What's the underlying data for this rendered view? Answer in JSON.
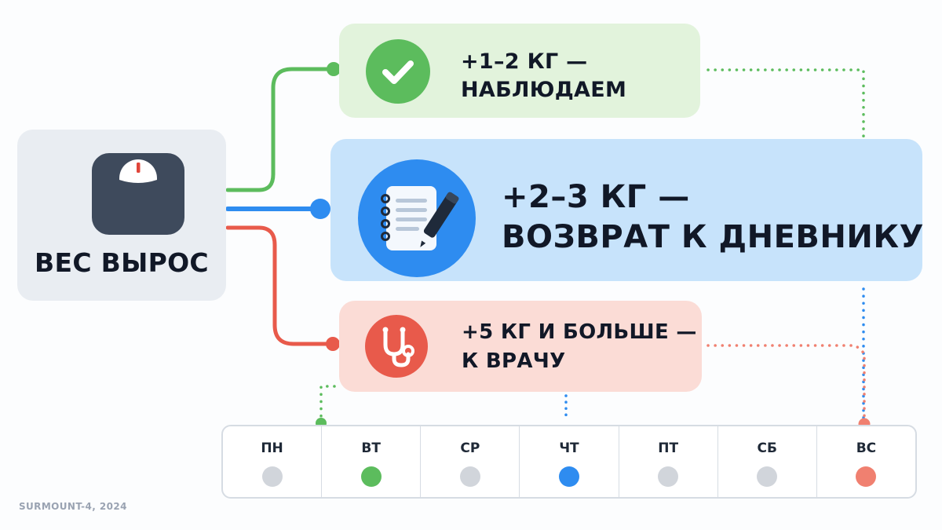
{
  "source_node": {
    "label": "ВЕС ВЫРОС",
    "icon": "bathroom-scale-icon"
  },
  "outcomes": [
    {
      "id": "observe",
      "lines": [
        "+1–2 КГ —",
        "НАБЛЮДАЕМ"
      ],
      "icon": "checkmark-icon",
      "color": "#5cbc5d",
      "background": "#e2f3dc"
    },
    {
      "id": "diary",
      "lines": [
        "+2–3 КГ —",
        "ВОЗВРАТ К ДНЕВНИКУ"
      ],
      "icon": "notepad-pen-icon",
      "color": "#2e8cf0",
      "background": "#c7e3fb"
    },
    {
      "id": "doctor",
      "lines": [
        "+5 КГ И БОЛЬШЕ —",
        "К ВРАЧУ"
      ],
      "icon": "stethoscope-icon",
      "color": "#e85a4b",
      "background": "#fbdcd6"
    }
  ],
  "week": {
    "days": [
      {
        "label": "ПН",
        "status": "none"
      },
      {
        "label": "ВТ",
        "status": "green"
      },
      {
        "label": "СР",
        "status": "none"
      },
      {
        "label": "ЧТ",
        "status": "blue"
      },
      {
        "label": "ПТ",
        "status": "none"
      },
      {
        "label": "СБ",
        "status": "none"
      },
      {
        "label": "ВС",
        "status": "red"
      }
    ],
    "status_colors": {
      "none": "#d1d5db",
      "green": "#5cbc5d",
      "blue": "#2e8cf0",
      "red": "#f08070"
    }
  },
  "source_note": "SURMOUNT-4, 2024"
}
